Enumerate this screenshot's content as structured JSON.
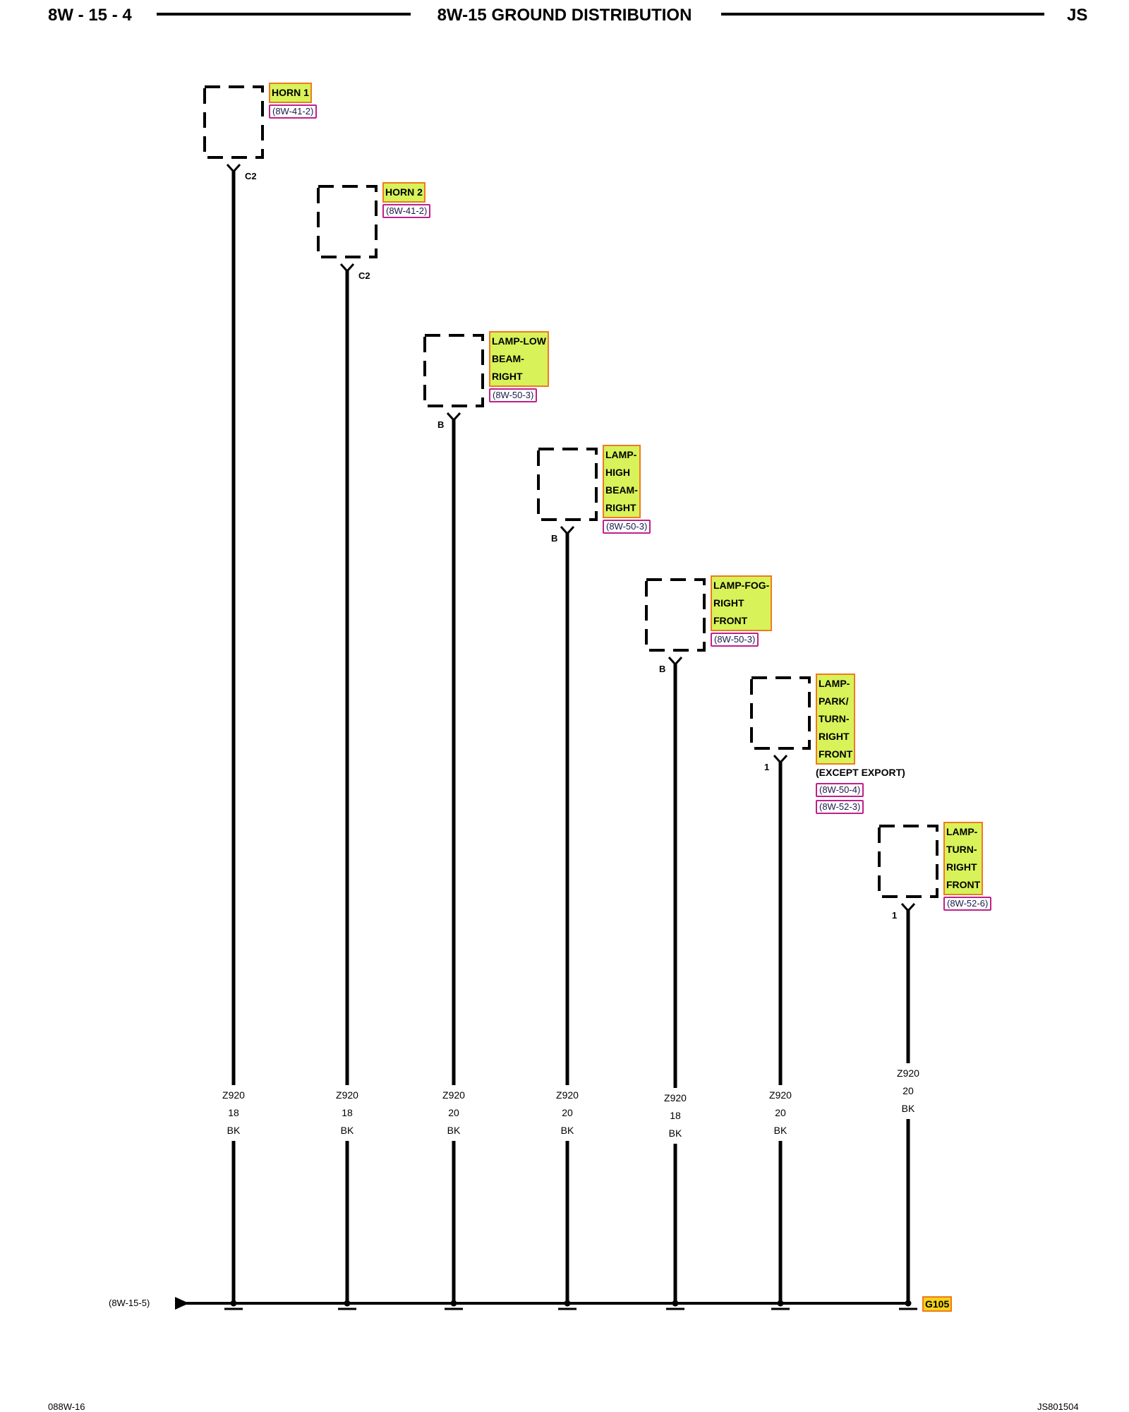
{
  "header": {
    "page_code": "8W - 15 - 4",
    "title": "8W-15 GROUND DISTRIBUTION",
    "model": "JS"
  },
  "footer": {
    "left": "088W-16",
    "right": "JS801504"
  },
  "components": [
    {
      "name": "HORN 1",
      "refs": [
        "(8W-41-2)"
      ],
      "note": "",
      "pin": "C2",
      "wire": {
        "circuit": "Z920",
        "gauge": "18",
        "color": "BK"
      }
    },
    {
      "name": "HORN 2",
      "refs": [
        "(8W-41-2)"
      ],
      "note": "",
      "pin": "C2",
      "wire": {
        "circuit": "Z920",
        "gauge": "18",
        "color": "BK"
      }
    },
    {
      "name": "LAMP-LOW\nBEAM-\nRIGHT",
      "refs": [
        "(8W-50-3)"
      ],
      "note": "",
      "pin": "B",
      "wire": {
        "circuit": "Z920",
        "gauge": "20",
        "color": "BK"
      }
    },
    {
      "name": "LAMP-\nHIGH\nBEAM-\nRIGHT",
      "refs": [
        "(8W-50-3)"
      ],
      "note": "",
      "pin": "B",
      "wire": {
        "circuit": "Z920",
        "gauge": "20",
        "color": "BK"
      }
    },
    {
      "name": "LAMP-FOG-\nRIGHT\nFRONT",
      "refs": [
        "(8W-50-3)"
      ],
      "note": "",
      "pin": "B",
      "wire": {
        "circuit": "Z920",
        "gauge": "18",
        "color": "BK"
      }
    },
    {
      "name": "LAMP-\nPARK/\nTURN-\nRIGHT\nFRONT",
      "refs": [
        "(8W-50-4)",
        "(8W-52-3)"
      ],
      "note": "(EXCEPT EXPORT)",
      "pin": "1",
      "wire": {
        "circuit": "Z920",
        "gauge": "20",
        "color": "BK"
      }
    },
    {
      "name": "LAMP-\nTURN-\nRIGHT\nFRONT",
      "refs": [
        "(8W-52-6)"
      ],
      "note": "",
      "pin": "1",
      "wire": {
        "circuit": "Z920",
        "gauge": "20",
        "color": "BK"
      }
    }
  ],
  "ground_bus": {
    "from_ref": "(8W-15-5)",
    "ground": "G105"
  },
  "colors": {
    "component_fill": "#d8f25a",
    "component_border": "#f07a1e",
    "ref_border": "#c0208a",
    "ground_fill": "#f4d21a"
  }
}
